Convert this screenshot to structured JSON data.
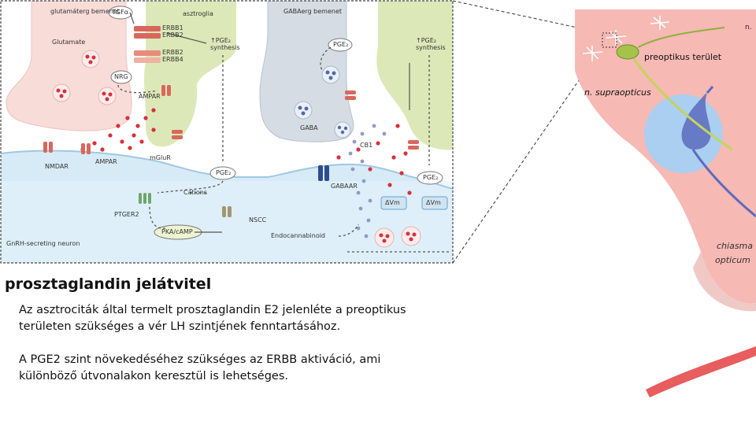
{
  "figure": {
    "labels": {
      "glutamatergic_input": "glutamáterg bemenet",
      "astroglia": "asztroglia",
      "gabaergic_input": "GABAerg bemenet",
      "tgfa": "TGFα",
      "erbb1": "ERBB1",
      "erbb2_top": "ERBB2",
      "erbb2_bottom": "ERBB2",
      "erbb4": "ERBB4",
      "glutamate": "Glutamate",
      "nrg": "NRG",
      "ampar_astro": "AMPAR",
      "pge2_synthesis_left": "↑PGE₂ synthesis",
      "pge2_synthesis_right": "↑PGE₂ synthesis",
      "pge2_a": "PGE₂",
      "pge2_b": "PGE₂",
      "pge2_c": "PGE₂",
      "gaba": "GABA",
      "cb1": "CB1",
      "mglur": "mGluR",
      "nmdar": "NMDAR",
      "ampar": "AMPAR",
      "gabaar": "GABAAR",
      "cations": "Cations",
      "ptger2": "PTGER2",
      "nscc": "NSCC",
      "pka_camp": "PKA/cAMP",
      "delta_vm_1": "ΔVm",
      "delta_vm_2": "ΔVm",
      "endocannabinoid": "Endocannabinoid",
      "gnrh_neuron": "GnRH-secreting neuron",
      "n_top": "n.",
      "preoptic_area": "preoptikus terület",
      "n_supraopticus": "n. supraopticus",
      "chiasma": "chiasma",
      "opticum": "opticum"
    }
  },
  "text": {
    "title": "prosztaglandin jelátvitel",
    "paragraph1": "Az asztrociták által termelt prosztaglandin E2 jelenléte a preoptikus területen szükséges a vér LH szintjének fenntartásához.",
    "paragraph2": "A PGE2 szint növekedéséhez szükséges az ERBB aktiváció, ami különböző útvonalakon keresztül is lehetséges."
  },
  "colors": {
    "pink_region": "#f6b9b4",
    "astroglia_green": "#d9e4b3",
    "gaba_terminal": "#d4dbe3",
    "neuron_blue": "#d6eaf6",
    "vesicle_red": "#d8303b",
    "erbb_red": "#e08070"
  }
}
